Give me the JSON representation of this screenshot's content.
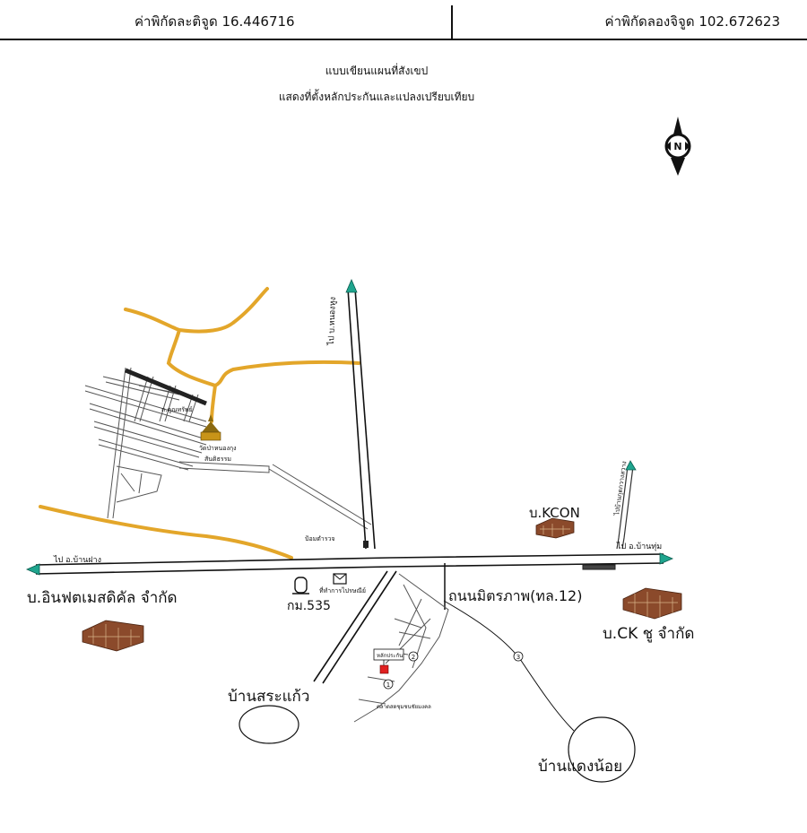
{
  "header": {
    "latitude_text": "ค่าพิกัดละติจูด 16.446716",
    "longitude_text": "ค่าพิกัดลองจิจูด 102.672623"
  },
  "title": {
    "line1": "แบบเขียนแผนที่สังเขป",
    "line2": "แสดงที่ตั้งหลักประกันและแปลงเปรียบเทียบ"
  },
  "compass": {
    "letter": "N"
  },
  "labels": {
    "to_nong_hong": "ไป บ.หนองหูง",
    "to_ban_fang": "ไป อ.บ้านฝาง",
    "to_ban_thum": "ไป อ.บ้านทุ่ม",
    "to_ban_ku_yai": "ไปบ้านกุดกวางสวาง",
    "village_community": "ถ.คูณทรัพย์",
    "temple": "วัดป่าหนองกุง",
    "temple_sub": "สันติธรรม",
    "police_box": "ป้อมตำรวจ",
    "kcon": "บ.KCON",
    "infinite": "บ.อินฟตเมสดิคัล จำกัด",
    "km": "กม.535",
    "post": "ที่ทำการไปรษณีย์",
    "road_name": "ถนนมิตรภาพ(ทล.12)",
    "ck": "บ.CK ชู จำกัด",
    "collateral": "หลักประกัน",
    "sakaeo": "บ้านสระแก้ว",
    "market": "ตลาดสดชุมชนชัยมงคล",
    "daeng_noi": "บ้านแดงน้อย",
    "marker_1": "1",
    "marker_2": "2",
    "marker_3": "3"
  },
  "colors": {
    "yellow_road": "#E3A62A",
    "road_line": "#111111",
    "arrow": "#1FA58E",
    "building": "#8B4A2B",
    "collateral_marker": "#E02020"
  }
}
